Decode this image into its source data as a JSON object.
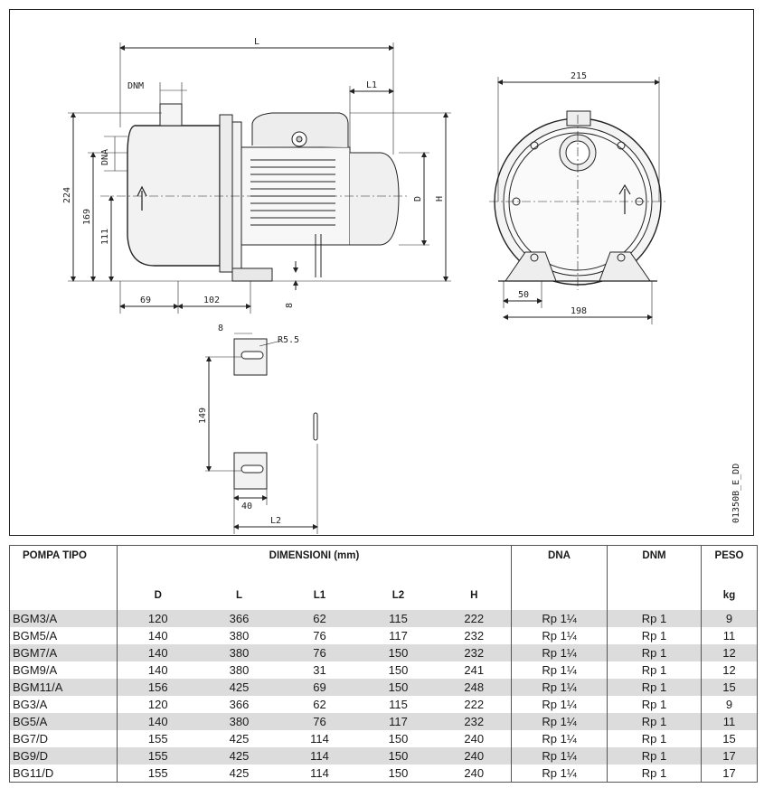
{
  "drawing": {
    "labels": {
      "L": "L",
      "DNM": "DNM",
      "DNA": "DNA",
      "L1": "L1",
      "D": "D",
      "H": "H",
      "w215": "215",
      "h224": "224",
      "h169": "169",
      "h111": "111",
      "w69": "69",
      "w102": "102",
      "v8": "8",
      "w50": "50",
      "w198": "198",
      "slot_w": "8",
      "radius": "R5.5",
      "slot_h": "149",
      "w40": "40",
      "L2": "L2",
      "code": "01350B_E_DD"
    }
  },
  "table": {
    "headers": {
      "model": "POMPA TIPO",
      "dims": "DIMENSIONI (mm)",
      "dna": "DNA",
      "dnm": "DNM",
      "weight": "PESO",
      "D": "D",
      "L": "L",
      "L1": "L1",
      "L2": "L2",
      "H": "H",
      "unit": "kg"
    },
    "rows": [
      {
        "model": "BGM3/A",
        "D": "120",
        "L": "366",
        "L1": "62",
        "L2": "115",
        "H": "222",
        "DNA": "Rp 1¼",
        "DNM": "Rp 1",
        "kg": "9"
      },
      {
        "model": "BGM5/A",
        "D": "140",
        "L": "380",
        "L1": "76",
        "L2": "117",
        "H": "232",
        "DNA": "Rp 1¼",
        "DNM": "Rp 1",
        "kg": "11"
      },
      {
        "model": "BGM7/A",
        "D": "140",
        "L": "380",
        "L1": "76",
        "L2": "150",
        "H": "232",
        "DNA": "Rp 1¼",
        "DNM": "Rp 1",
        "kg": "12"
      },
      {
        "model": "BGM9/A",
        "D": "140",
        "L": "380",
        "L1": "31",
        "L2": "150",
        "H": "241",
        "DNA": "Rp 1¼",
        "DNM": "Rp 1",
        "kg": "12"
      },
      {
        "model": "BGM11/A",
        "D": "156",
        "L": "425",
        "L1": "69",
        "L2": "150",
        "H": "248",
        "DNA": "Rp 1¼",
        "DNM": "Rp 1",
        "kg": "15"
      },
      {
        "model": "BG3/A",
        "D": "120",
        "L": "366",
        "L1": "62",
        "L2": "115",
        "H": "222",
        "DNA": "Rp 1¼",
        "DNM": "Rp 1",
        "kg": "9"
      },
      {
        "model": "BG5/A",
        "D": "140",
        "L": "380",
        "L1": "76",
        "L2": "117",
        "H": "232",
        "DNA": "Rp 1¼",
        "DNM": "Rp 1",
        "kg": "11"
      },
      {
        "model": "BG7/D",
        "D": "155",
        "L": "425",
        "L1": "114",
        "L2": "150",
        "H": "240",
        "DNA": "Rp 1¼",
        "DNM": "Rp 1",
        "kg": "15"
      },
      {
        "model": "BG9/D",
        "D": "155",
        "L": "425",
        "L1": "114",
        "L2": "150",
        "H": "240",
        "DNA": "Rp 1¼",
        "DNM": "Rp 1",
        "kg": "17"
      },
      {
        "model": "BG11/D",
        "D": "155",
        "L": "425",
        "L1": "114",
        "L2": "150",
        "H": "240",
        "DNA": "Rp 1¼",
        "DNM": "Rp 1",
        "kg": "17"
      }
    ]
  }
}
